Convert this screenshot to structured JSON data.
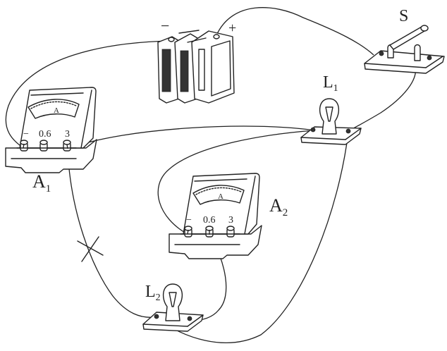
{
  "figure": {
    "type": "circuit-physical-diagram",
    "components": {
      "battery": {
        "neg_sign": "−",
        "pos_sign": "+"
      },
      "switch": {
        "label": "S"
      },
      "lamp1": {
        "label_main": "L",
        "label_sub": "1"
      },
      "lamp2": {
        "label_main": "L",
        "label_sub": "2"
      },
      "ammeter1": {
        "label_main": "A",
        "label_sub": "1",
        "dial_unit": "A",
        "terminals": [
          "−",
          "0.6",
          "3"
        ]
      },
      "ammeter2": {
        "label_main": "A",
        "label_sub": "2",
        "dial_unit": "A",
        "terminals": [
          "−",
          "0.6",
          "3"
        ]
      }
    },
    "marks": {
      "cross_mark": "×"
    }
  }
}
